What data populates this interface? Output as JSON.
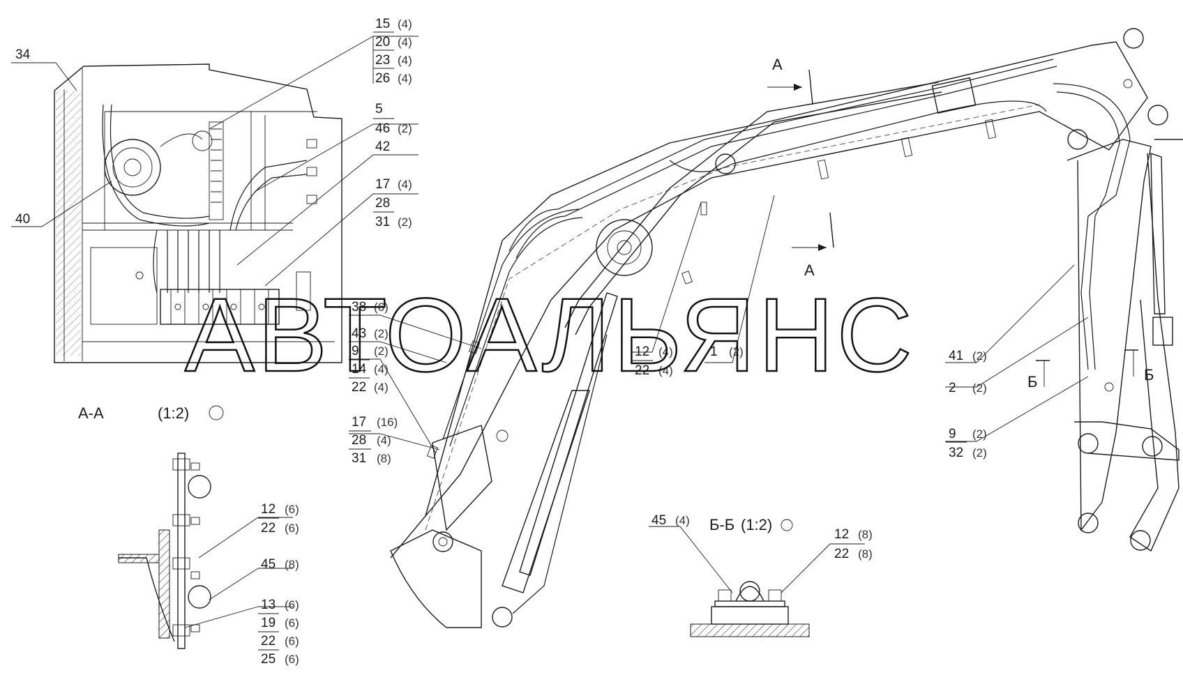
{
  "watermark": "АВТОАЛЬЯНС",
  "section_marks": {
    "a_top": "А",
    "a_bottom": "А",
    "b_left": "Б",
    "b_right": "Б"
  },
  "section_titles": {
    "aa_name": "А-А",
    "aa_scale": "(1:2)",
    "bb_name": "Б-Б",
    "bb_scale": "(1:2)"
  },
  "callouts": {
    "c34": "34",
    "c40": "40",
    "c15": "15",
    "c15q": "(4)",
    "c20": "20",
    "c20q": "(4)",
    "c23": "23",
    "c23q": "(4)",
    "c26": "26",
    "c26q": "(4)",
    "c5": "5",
    "c46": "46",
    "c46q": "(2)",
    "c42": "42",
    "c17a": "17",
    "c17aq": "(4)",
    "c28a": "28",
    "c31a": "31",
    "c31aq": "(2)",
    "c38": "38",
    "c38q": "(6)",
    "c43": "43",
    "c43q": "(2)",
    "c9a": "9",
    "c9aq": "(2)",
    "c14": "14",
    "c14q": "(4)",
    "c22a": "22",
    "c22aq": "(4)",
    "c17b": "17",
    "c17bq": "(16)",
    "c28b": "28",
    "c28bq": "(4)",
    "c31b": "31",
    "c31bq": "(8)",
    "c12a": "12",
    "c12aq": "(4)",
    "c22b": "22",
    "c22bq": "(4)",
    "c1": "1",
    "c1q": "(2)",
    "c41": "41",
    "c41q": "(2)",
    "c2": "2",
    "c2q": "(2)",
    "c9b": "9",
    "c9bq": "(2)",
    "c32": "32",
    "c32q": "(2)",
    "c12b": "12",
    "c12bq": "(6)",
    "c22c": "22",
    "c22cq": "(6)",
    "c45a": "45",
    "c45aq": "(8)",
    "c13": "13",
    "c13q": "(6)",
    "c19": "19",
    "c19q": "(6)",
    "c22d": "22",
    "c22dq": "(6)",
    "c25": "25",
    "c25q": "(6)",
    "c45b": "45",
    "c45bq": "(4)",
    "c12c": "12",
    "c12cq": "(8)",
    "c22e": "22",
    "c22eq": "(8)"
  }
}
